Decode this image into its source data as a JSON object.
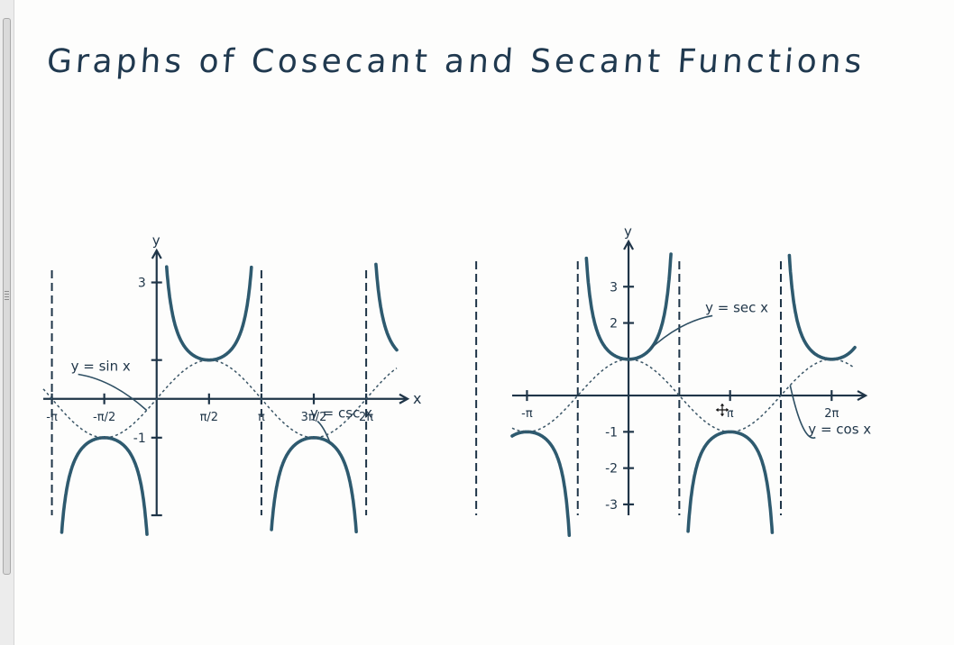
{
  "page": {
    "title": "Graphs of Cosecant and Secant Functions"
  },
  "chart_data": [
    {
      "type": "line",
      "xlabel": "x",
      "ylabel": "y",
      "xlim": [
        -3.4,
        7.2
      ],
      "ylim": [
        -3.0,
        3.5
      ],
      "y_ticks": [
        {
          "value": 3,
          "label": "3"
        },
        {
          "value": 1,
          "label": ""
        },
        {
          "value": -1,
          "label": "-1"
        },
        {
          "value": -3,
          "label": ""
        }
      ],
      "x_ticks": [
        {
          "value": -3.14159,
          "label": "-π"
        },
        {
          "value": -1.5708,
          "label": "-π/2"
        },
        {
          "value": 1.5708,
          "label": "π/2"
        },
        {
          "value": 3.14159,
          "label": "π"
        },
        {
          "value": 4.71239,
          "label": "3π/2"
        },
        {
          "value": 6.28319,
          "label": "2π"
        }
      ],
      "asymptotes_x": [
        -3.14159,
        3.14159,
        6.28319
      ],
      "series": [
        {
          "name": "y = csc x",
          "function": "csc",
          "style": "solid",
          "x_range": [
            -3.4,
            7.2
          ],
          "y_clip": 3.5
        },
        {
          "name": "y = sin x",
          "function": "sin",
          "style": "dotted",
          "x_range": [
            -3.4,
            7.2
          ]
        }
      ],
      "annotations": [
        {
          "text": "y = csc x",
          "series": "y = csc x"
        },
        {
          "text": "y = sin x",
          "series": "y = sin x"
        }
      ]
    },
    {
      "type": "line",
      "xlabel": "",
      "ylabel": "y",
      "xlim": [
        -3.6,
        7.0
      ],
      "ylim": [
        -3.3,
        3.9
      ],
      "y_ticks": [
        {
          "value": 3,
          "label": "3"
        },
        {
          "value": 2,
          "label": "2"
        },
        {
          "value": 1,
          "label": ""
        },
        {
          "value": -1,
          "label": "-1"
        },
        {
          "value": -2,
          "label": "-2"
        },
        {
          "value": -3,
          "label": "-3"
        }
      ],
      "x_ticks": [
        {
          "value": -3.14159,
          "label": "-π"
        },
        {
          "value": 3.14159,
          "label": "π"
        },
        {
          "value": 6.28319,
          "label": "2π"
        }
      ],
      "asymptotes_x": [
        -4.71239,
        -1.5708,
        1.5708,
        4.71239
      ],
      "series": [
        {
          "name": "y = sec x",
          "function": "sec",
          "style": "solid",
          "x_range": [
            -3.6,
            7.0
          ],
          "y_clip": 3.9
        },
        {
          "name": "y = cos x",
          "function": "cos",
          "style": "dotted",
          "x_range": [
            -3.6,
            7.0
          ]
        }
      ],
      "annotations": [
        {
          "text": "y = sec x",
          "series": "y = sec x"
        },
        {
          "text": "y = cos x",
          "series": "y = cos x"
        }
      ]
    }
  ]
}
